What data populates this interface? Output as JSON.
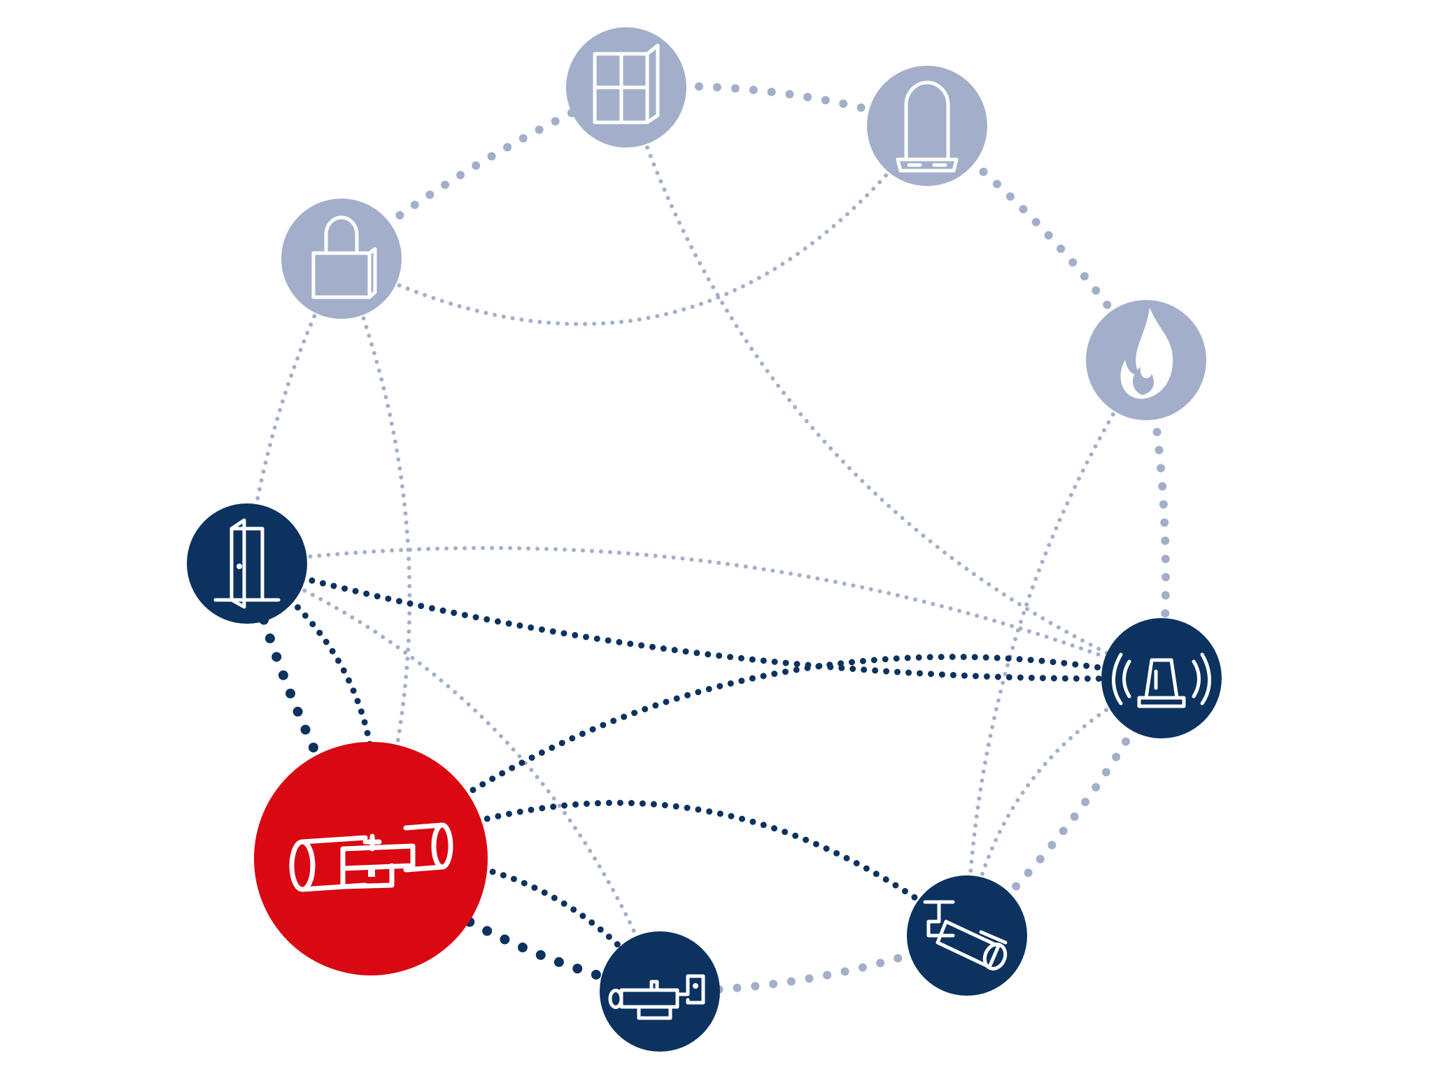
{
  "colors": {
    "background": "#ffffff",
    "light": "#a3afca",
    "dark": "#0c3260",
    "accent": "#d90812",
    "icon": "#ffffff"
  },
  "nodes": [
    {
      "id": "window",
      "icon": "window-icon",
      "variant": "light"
    },
    {
      "id": "door-exit",
      "icon": "arched-door-icon",
      "variant": "light"
    },
    {
      "id": "padlock",
      "icon": "padlock-icon",
      "variant": "light"
    },
    {
      "id": "fire",
      "icon": "flame-icon",
      "variant": "light"
    },
    {
      "id": "door",
      "icon": "open-door-icon",
      "variant": "dark"
    },
    {
      "id": "alarm",
      "icon": "alarm-beacon-icon",
      "variant": "dark"
    },
    {
      "id": "electronic-cylinder",
      "icon": "electronic-cylinder-icon",
      "variant": "accent"
    },
    {
      "id": "camera",
      "icon": "security-camera-icon",
      "variant": "dark"
    },
    {
      "id": "key-cylinder",
      "icon": "key-cylinder-icon",
      "variant": "dark"
    }
  ],
  "links": [
    {
      "from": "padlock",
      "to": "window",
      "variant": "light"
    },
    {
      "from": "window",
      "to": "door-exit",
      "variant": "light"
    },
    {
      "from": "door-exit",
      "to": "fire",
      "variant": "light"
    },
    {
      "from": "fire",
      "to": "alarm",
      "variant": "light"
    },
    {
      "from": "alarm",
      "to": "camera",
      "variant": "light"
    },
    {
      "from": "camera",
      "to": "key-cylinder",
      "variant": "light"
    },
    {
      "from": "padlock",
      "to": "door",
      "variant": "light"
    },
    {
      "from": "padlock",
      "to": "door-exit",
      "variant": "light"
    },
    {
      "from": "padlock",
      "to": "electronic-cylinder",
      "variant": "light"
    },
    {
      "from": "window",
      "to": "alarm",
      "variant": "light"
    },
    {
      "from": "door",
      "to": "alarm",
      "variant": "light"
    },
    {
      "from": "door",
      "to": "key-cylinder",
      "variant": "light"
    },
    {
      "from": "fire",
      "to": "camera",
      "variant": "light"
    },
    {
      "from": "camera",
      "to": "alarm",
      "variant": "light"
    },
    {
      "from": "door",
      "to": "electronic-cylinder",
      "variant": "dark"
    },
    {
      "from": "electronic-cylinder",
      "to": "key-cylinder",
      "variant": "dark"
    },
    {
      "from": "electronic-cylinder",
      "to": "alarm",
      "variant": "dark"
    },
    {
      "from": "electronic-cylinder",
      "to": "camera",
      "variant": "dark"
    },
    {
      "from": "door",
      "to": "alarm",
      "variant": "dark"
    }
  ]
}
